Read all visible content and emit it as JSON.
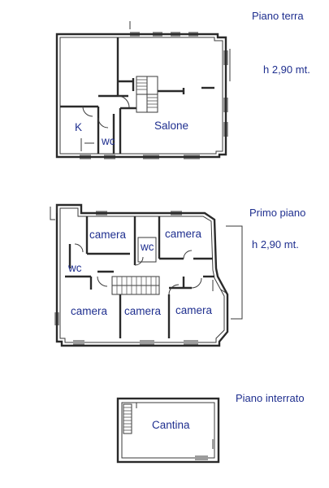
{
  "levels": [
    {
      "name": "Piano terra",
      "height": "h 2,90 mt.",
      "rooms": [
        "K",
        "wc",
        "Salone"
      ]
    },
    {
      "name": "Primo piano",
      "height": "h 2,90 mt.",
      "rooms": [
        "camera",
        "wc",
        "camera",
        "wc",
        "camera",
        "camera",
        "camera"
      ]
    },
    {
      "name": "Piano interrato",
      "rooms": [
        "Cantina"
      ]
    }
  ]
}
